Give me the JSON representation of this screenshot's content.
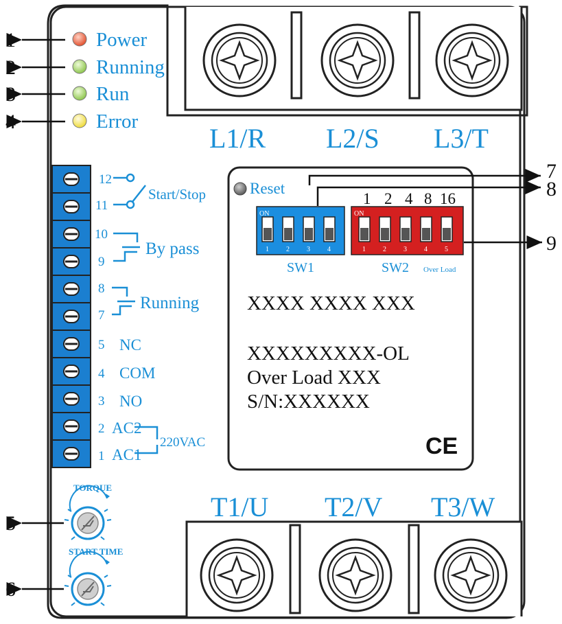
{
  "colors": {
    "accent": "#1a8fd6",
    "terminal_blue": "#1b7fd0",
    "sw2_red": "#d42020",
    "led_power": "#e8553a",
    "led_green": "#a8d86a",
    "led_error": "#f2e35a",
    "outline": "#222222"
  },
  "callouts": [
    "1",
    "2",
    "3",
    "4",
    "5",
    "6",
    "7",
    "8",
    "9"
  ],
  "leds": [
    {
      "label": "Power",
      "color": "led_power"
    },
    {
      "label": "Running",
      "color": "led_green"
    },
    {
      "label": "Run",
      "color": "led_green"
    },
    {
      "label": "Error",
      "color": "led_error"
    }
  ],
  "inputs": [
    "L1/R",
    "L2/S",
    "L3/T"
  ],
  "outputs": [
    "T1/U",
    "T2/V",
    "T3/W"
  ],
  "terminals": {
    "numbers": [
      "12",
      "11",
      "10",
      "9",
      "8",
      "7",
      "5",
      "4",
      "3",
      "2",
      "1"
    ],
    "start_stop": "Start/Stop",
    "bypass": "By pass",
    "running": "Running",
    "nc": "NC",
    "com": "COM",
    "no": "NO",
    "ac2": "AC2",
    "ac1": "AC1",
    "vac": "220VAC"
  },
  "panel": {
    "reset": "Reset",
    "sw1": {
      "label": "SW1",
      "on": "ON",
      "positions": [
        "1",
        "2",
        "3",
        "4"
      ]
    },
    "sw2": {
      "label": "SW2",
      "sub": "Over Load",
      "on": "ON",
      "positions": [
        "1",
        "2",
        "3",
        "4",
        "5"
      ],
      "weights": [
        "1",
        "2",
        "4",
        "8",
        "16"
      ]
    },
    "line1": "XXXX XXXX XXX",
    "line2": "XXXXXXXXX-OL",
    "line3": "Over Load XXX",
    "line4": "S/N:XXXXXX",
    "ce": "CE"
  },
  "knobs": {
    "torque": "TORQUE",
    "start_time": "START TIME"
  }
}
